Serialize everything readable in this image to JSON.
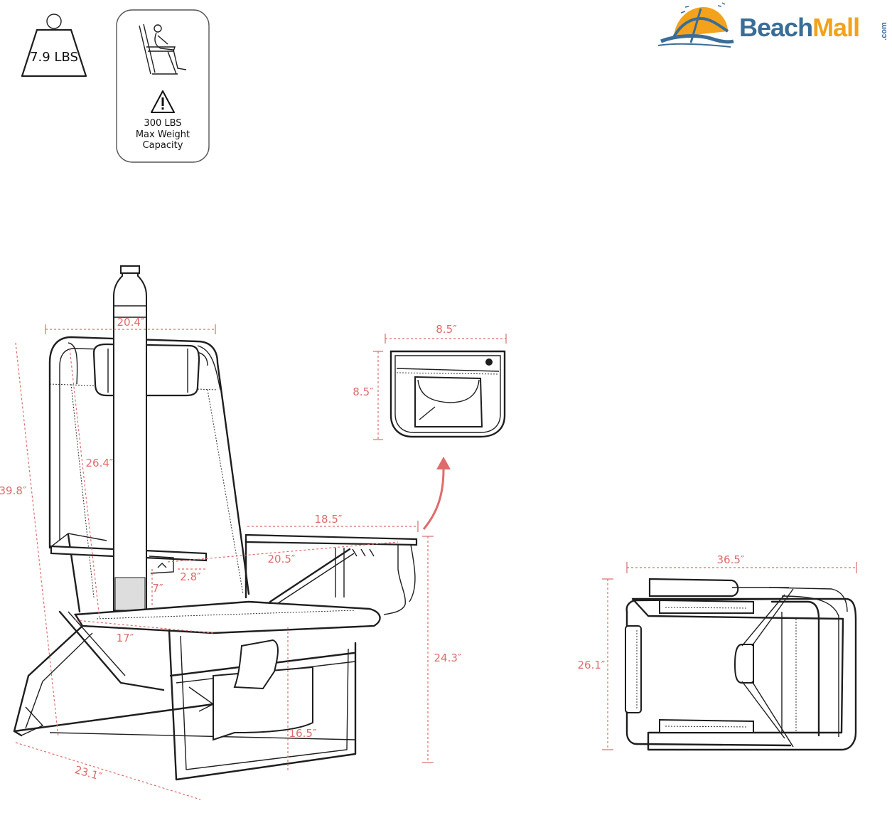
{
  "weight_badge": {
    "label": "7.9 LBS"
  },
  "capacity_badge": {
    "line1": "300 LBS",
    "line2": "Max Weight",
    "line3": "Capacity"
  },
  "brand": {
    "name_part1": "Beach",
    "name_part2": "Mall",
    "tld": ".com",
    "primary_color": "#3a6d97",
    "accent_color": "#f2a31b"
  },
  "chair_dims": {
    "width": "20.4″",
    "height": "39.8″",
    "backrest": "26.4″",
    "armrest_length": "18.5″",
    "arm_height": "20.5″",
    "cup_holder": "2.8″",
    "cup_depth": "7″",
    "seat_depth": "17″",
    "seat_height": "16.5″",
    "total_height_right": "24.3″",
    "base_depth": "23.1″"
  },
  "pouch_dims": {
    "width": "8.5″",
    "height": "8.5″"
  },
  "folded_dims": {
    "length": "36.5″",
    "width": "26.1″"
  }
}
